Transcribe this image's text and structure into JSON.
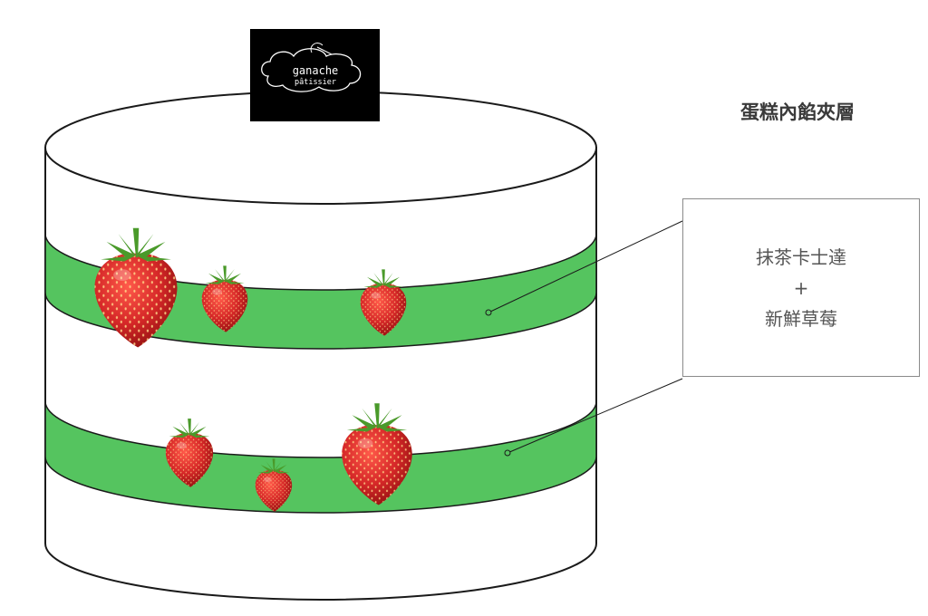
{
  "title": "蛋糕內餡夾層",
  "logo": {
    "line1": "ganache",
    "line2": "pâtissier",
    "icon": "cloud-whisk-icon"
  },
  "filling_label": {
    "line1": "抹茶卡士達",
    "line2": "+",
    "line3": "新鮮草莓"
  },
  "colors": {
    "cream": "#55c45f",
    "outline": "#1a1a1a",
    "strawberry": "#d62828",
    "leaf": "#4a9a2a",
    "logo_bg": "#000000"
  }
}
